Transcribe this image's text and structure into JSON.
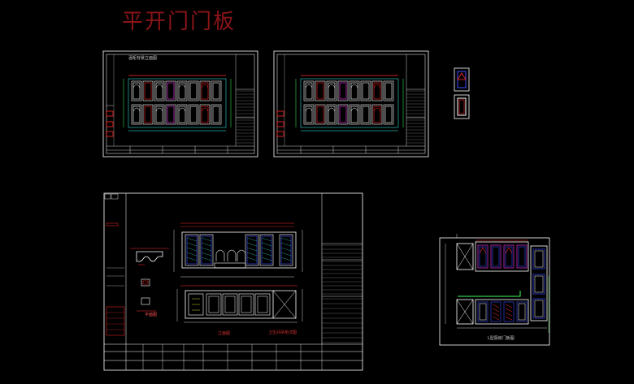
{
  "title": "平开门门板",
  "sheets": {
    "top_left": {
      "caption": "酒柜背景立面图"
    },
    "bottom_left": {
      "elevation_caption_1": "立面图",
      "elevation_caption_2": "平面图",
      "side_note": "卫生间吊柜详图"
    },
    "bottom_right": {
      "caption": "L型厨房门板图"
    }
  },
  "colors": {
    "background": "#000000",
    "frame": "#ffffff",
    "title": "#8a1418",
    "accent_red": "#ff2a2a",
    "accent_blue": "#3a4cff",
    "accent_magenta": "#ff3cff",
    "accent_green": "#3cff5a",
    "accent_yellow": "#ffff3c",
    "accent_cyan": "#3cffff"
  }
}
